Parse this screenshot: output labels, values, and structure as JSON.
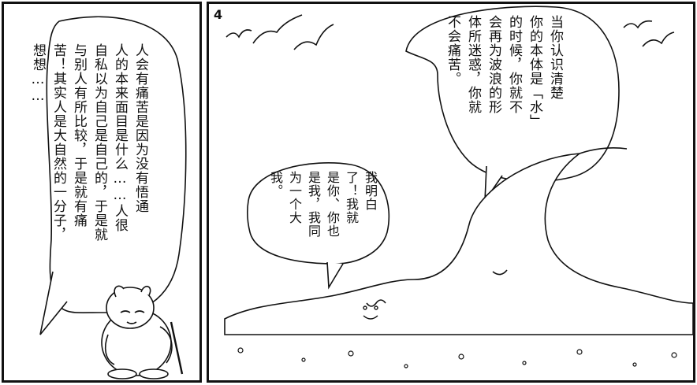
{
  "panel_left": {
    "bubble_text": "人会有痛苦是因为没有悟通\n人的本来面目是什么……人很\n自私以为自己是自己的，于是就\n与别人有所比较，于是就有痛\n苦！其实人是大自然的一分子，\n想想……"
  },
  "panel_right": {
    "panel_number": "4",
    "bubble_large_text": "当你认识清楚\n你的本体是「水」\n的时候，你就不\n会再为波浪的形\n体所迷惑，你就\n不会痛苦。",
    "bubble_small_text": "我明白\n了！我就\n是你、你也\n是我，我同\n为一个大\n我。"
  }
}
